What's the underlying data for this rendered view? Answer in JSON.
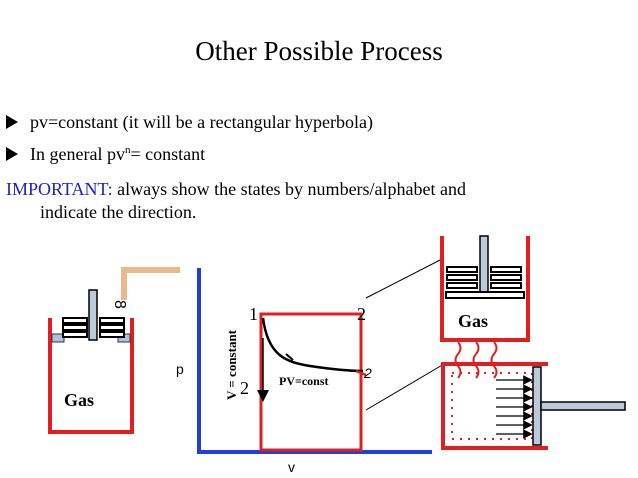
{
  "slide": {
    "title": "Other Possible Process",
    "bullet1": "pv=constant (it will be a rectangular hyperbola)",
    "bullet2_before": "In general pv",
    "bullet2_sup": "n",
    "bullet2_after": "= constant",
    "important_label": "IMPORTANT:",
    "important_text_line1": " always show the states by numbers/alphabet and",
    "important_text_line2": "indicate the direction."
  },
  "left_cylinder": {
    "gas_label": "Gas",
    "piston_mark": "8"
  },
  "diagram": {
    "axis_p": "p",
    "axis_v": "v",
    "v_constant_label": "V = constant",
    "state_1": "1",
    "state_2_top": "2",
    "state_2_left": "2",
    "state_2_curve": "2",
    "pv_const_label": "PV=const"
  },
  "right_cylinder": {
    "gas_label": "Gas"
  },
  "colors": {
    "cylinder": "#e02020",
    "axis": "#1f3fd8",
    "important": "#2020c0",
    "brace": "#e8b98a",
    "rod": "#bcc9d8"
  }
}
